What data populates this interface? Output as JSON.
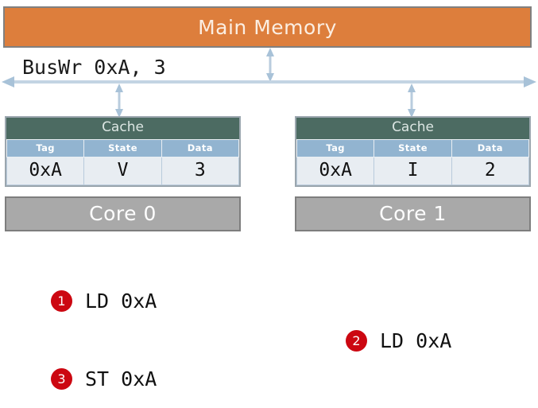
{
  "memory": {
    "label": "Main Memory",
    "fill": "#DD7E3C",
    "border": "#808080",
    "text_color": "#FBEEE2"
  },
  "bus": {
    "label": "BusWr 0xA, 3",
    "line_color": "#B9CCDE",
    "arrow_color": "#A8C2D8"
  },
  "nodes": [
    {
      "cache_title": "Cache",
      "columns": [
        "Tag",
        "State",
        "Data"
      ],
      "row": [
        "0xA",
        "V",
        "3"
      ],
      "highlight": "data",
      "highlight_color": "#E8111A",
      "core_label": "Core 0"
    },
    {
      "cache_title": "Cache",
      "columns": [
        "Tag",
        "State",
        "Data"
      ],
      "row": [
        "0xA",
        "I",
        "2"
      ],
      "highlight": "state",
      "highlight_color": "#E8111A",
      "core_label": "Core 1"
    }
  ],
  "instructions": [
    {
      "number": "1",
      "text": "LD 0xA"
    },
    {
      "number": "2",
      "text": "LD 0xA"
    },
    {
      "number": "3",
      "text": "ST 0xA"
    }
  ],
  "colors": {
    "cache_header": "#4C6B62",
    "column_header": "#92B4D0",
    "cell_background": "#E8EDF2",
    "core_fill": "#A9A9A9",
    "badge": "#CC0711"
  }
}
